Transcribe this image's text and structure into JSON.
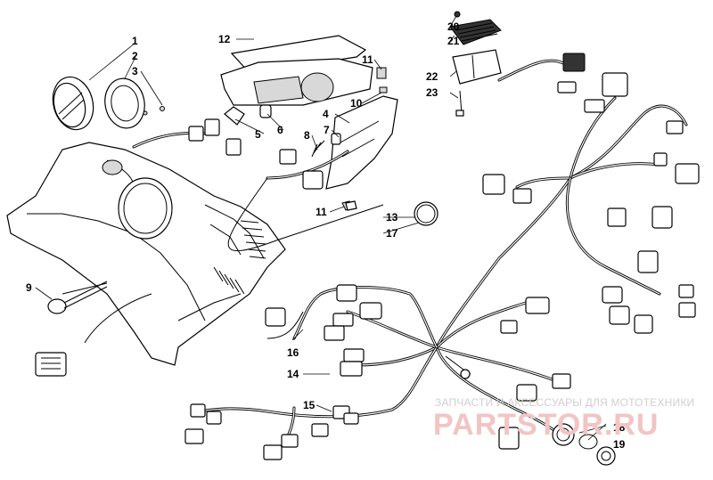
{
  "diagram": {
    "callouts": [
      {
        "id": "1",
        "label": "1"
      },
      {
        "id": "2",
        "label": "2"
      },
      {
        "id": "3",
        "label": "3"
      },
      {
        "id": "4",
        "label": "4"
      },
      {
        "id": "5",
        "label": "5"
      },
      {
        "id": "6",
        "label": "6"
      },
      {
        "id": "7",
        "label": "7"
      },
      {
        "id": "8",
        "label": "8"
      },
      {
        "id": "9",
        "label": "9"
      },
      {
        "id": "10",
        "label": "10"
      },
      {
        "id": "11a",
        "label": "11"
      },
      {
        "id": "11b",
        "label": "11"
      },
      {
        "id": "12",
        "label": "12"
      },
      {
        "id": "13",
        "label": "13"
      },
      {
        "id": "14",
        "label": "14"
      },
      {
        "id": "15",
        "label": "15"
      },
      {
        "id": "16",
        "label": "16"
      },
      {
        "id": "17",
        "label": "17"
      },
      {
        "id": "18",
        "label": "18"
      },
      {
        "id": "19",
        "label": "19"
      },
      {
        "id": "20",
        "label": "20"
      },
      {
        "id": "21",
        "label": "21"
      },
      {
        "id": "22",
        "label": "22"
      },
      {
        "id": "23",
        "label": "23"
      }
    ]
  },
  "watermark": {
    "line1": "ЗАПЧАСТИ И АКСЕССУАРЫ ДЛЯ МОТОТЕХНИКИ",
    "line2": "PARTSTOR.RU",
    "color": "#f2c4c4"
  }
}
